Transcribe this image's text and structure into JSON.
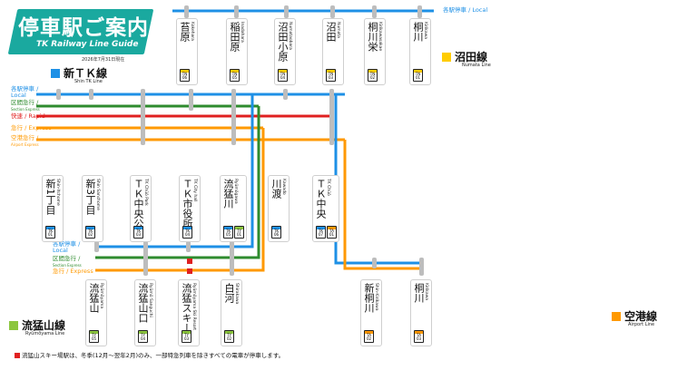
{
  "title": {
    "main": "停車駅ご案内",
    "sub": "TK Railway Line Guide",
    "date": "2026年7月31日現在"
  },
  "lines": {
    "numata": {
      "jp": "沼田線",
      "en": "Numata Line",
      "color": "#ffcc00"
    },
    "shintk": {
      "jp": "新ＴＫ線",
      "en": "Shin TK Line",
      "color": "#1e90e6"
    },
    "ryumoyama": {
      "jp": "流猛山線",
      "en": "Ryūmōyama Line",
      "color": "#8cc63f"
    },
    "airport": {
      "jp": "空港線",
      "en": "Airport Line",
      "color": "#ff9900"
    }
  },
  "services": {
    "numata_local": {
      "jp": "各駅停車",
      "sep": " / ",
      "en": "Local",
      "color": "#1e90e6"
    },
    "tk_local": {
      "jp": "各駅停車",
      "sep": " / ",
      "en": "Local",
      "color": "#1e90e6"
    },
    "tk_section_express": {
      "jp": "区間急行",
      "sep": " / ",
      "en": "Section Express",
      "color": "#2e8b2e"
    },
    "tk_rapid": {
      "jp": "快速",
      "sep": " / ",
      "en": "Rapid",
      "color": "#e02020"
    },
    "tk_express": {
      "jp": "急行",
      "sep": " / ",
      "en": "Express",
      "color": "#ff9900"
    },
    "tk_airport_express": {
      "jp": "空港急行",
      "sep": " / ",
      "en": "Airport Express",
      "color": "#ff9900"
    },
    "ry_local": {
      "jp": "各駅停車",
      "sep": " / ",
      "en": "Local",
      "color": "#1e90e6"
    },
    "ry_section_express": {
      "jp": "区間急行",
      "sep": " / ",
      "en": "Section Express",
      "color": "#2e8b2e"
    },
    "ry_express": {
      "jp": "急行",
      "sep": " / ",
      "en": "Express",
      "color": "#ff9900"
    }
  },
  "stations": {
    "tn06": {
      "kanji": "苔原",
      "roma": "Kokehara",
      "nums": [
        {
          "code": "TN",
          "no": "06",
          "color": "#ffcc00"
        }
      ]
    },
    "tn05": {
      "kanji": "稲田原",
      "roma": "Inadahara",
      "nums": [
        {
          "code": "TN",
          "no": "05",
          "color": "#ffcc00"
        }
      ]
    },
    "tn04": {
      "kanji": "沼田小原",
      "roma": "Numataobara",
      "nums": [
        {
          "code": "TN",
          "no": "04",
          "color": "#ffcc00"
        }
      ]
    },
    "tn03": {
      "kanji": "沼田",
      "roma": "Numata",
      "nums": [
        {
          "code": "TN",
          "no": "03",
          "color": "#ffcc00"
        }
      ]
    },
    "tn02": {
      "kanji": "桐川栄",
      "roma": "Kirikawasakae",
      "nums": [
        {
          "code": "TN",
          "no": "02",
          "color": "#ffcc00"
        }
      ]
    },
    "tn01": {
      "kanji": "桐川",
      "roma": "Kirikawa",
      "nums": [
        {
          "code": "TN",
          "no": "01",
          "color": "#ffcc00"
        }
      ]
    },
    "tk01": {
      "kanji": "新1丁目",
      "roma": "Shin-Itchome",
      "nums": [
        {
          "code": "TK",
          "no": "01",
          "color": "#1e90e6"
        }
      ]
    },
    "tk02": {
      "kanji": "新3丁目",
      "roma": "Shin Sanchome",
      "nums": [
        {
          "code": "TK",
          "no": "02",
          "color": "#1e90e6"
        }
      ]
    },
    "tk03": {
      "kanji": "ＴＫ中央公園",
      "roma": "TK Chūō Park",
      "nums": [
        {
          "code": "TK",
          "no": "03",
          "color": "#1e90e6"
        }
      ]
    },
    "tk04": {
      "kanji": "ＴＫ市役所",
      "roma": "TK City hall",
      "nums": [
        {
          "code": "TK",
          "no": "04",
          "color": "#1e90e6"
        }
      ]
    },
    "tk05": {
      "kanji": "流猛川",
      "roma": "Ryūmōgawa",
      "nums": [
        {
          "code": "TK",
          "no": "05",
          "color": "#1e90e6"
        },
        {
          "code": "TY",
          "no": "01",
          "color": "#8cc63f"
        }
      ]
    },
    "tk06": {
      "kanji": "川渡",
      "roma": "Kawado",
      "nums": [
        {
          "code": "TK",
          "no": "06",
          "color": "#1e90e6"
        }
      ]
    },
    "tk07": {
      "kanji": "ＴＫ中央",
      "roma": "TK Chūō",
      "nums": [
        {
          "code": "TK",
          "no": "07",
          "color": "#1e90e6"
        },
        {
          "code": "TA",
          "no": "01",
          "color": "#ff9900"
        }
      ]
    },
    "ty05": {
      "kanji": "流猛山",
      "roma": "Ryūmōyama",
      "nums": [
        {
          "code": "TY",
          "no": "05",
          "color": "#8cc63f"
        }
      ]
    },
    "ty04": {
      "kanji": "流猛山口",
      "roma": "Ryūmō Sanguchi",
      "nums": [
        {
          "code": "TY",
          "no": "04",
          "color": "#8cc63f"
        }
      ]
    },
    "ty03": {
      "kanji": "流猛スキー場",
      "roma": "Ryūmōyama Ski Resort",
      "nums": [
        {
          "code": "TY",
          "no": "03",
          "color": "#8cc63f"
        }
      ]
    },
    "ty02": {
      "kanji": "白河",
      "roma": "Shirakawa",
      "nums": [
        {
          "code": "TY",
          "no": "02",
          "color": "#8cc63f"
        }
      ]
    },
    "ta02": {
      "kanji": "新桐川",
      "roma": "Shin-Kirikawa",
      "nums": [
        {
          "code": "TA",
          "no": "02",
          "color": "#ff9900"
        }
      ]
    },
    "ta03": {
      "kanji": "桐川",
      "roma": "Kirikawa",
      "nums": [
        {
          "code": "TA",
          "no": "03",
          "color": "#ff9900"
        }
      ]
    }
  },
  "note": "流猛山スキー場駅は、冬季(12月〜翌年2月)のみ、一部特急列車を除きすべての電車が停車します。"
}
